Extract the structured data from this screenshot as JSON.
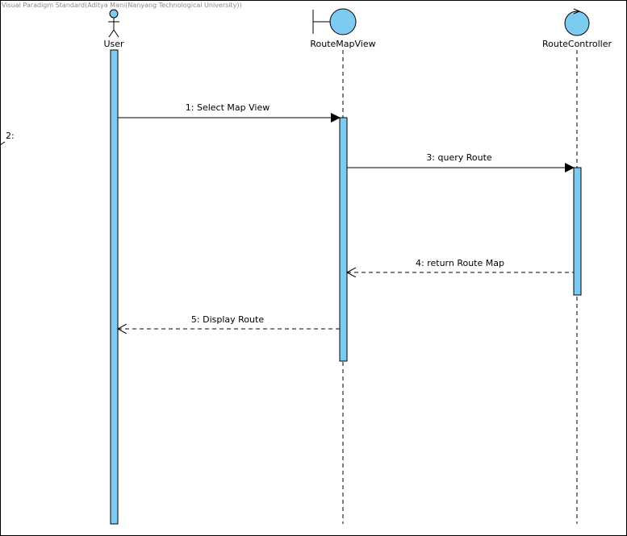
{
  "watermark": "Visual Paradigm Standard(Aditya Mani(Nanyang Technological University))",
  "lifelines": {
    "user": {
      "name": "User",
      "stereotype": "actor"
    },
    "view": {
      "name": "RouteMapView",
      "stereotype": "boundary"
    },
    "controller": {
      "name": "RouteController",
      "stereotype": "control"
    }
  },
  "messages": [
    {
      "label": "1: Select Map View",
      "kind": "synchronous"
    },
    {
      "label": "3: query Route",
      "kind": "synchronous"
    },
    {
      "label": "4: return Route Map",
      "kind": "return"
    },
    {
      "label": "5: Display Route",
      "kind": "return"
    }
  ],
  "edge_label": "2:",
  "colors": {
    "fill": "#7ecbf2",
    "stroke": "#000000"
  }
}
